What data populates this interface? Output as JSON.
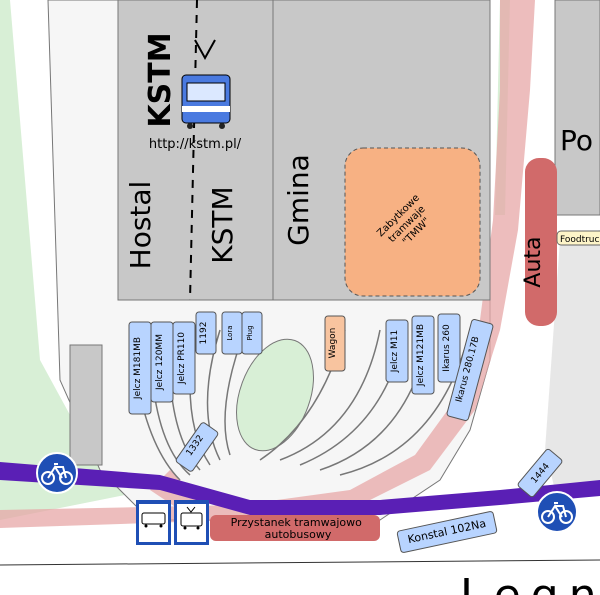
{
  "kstm": {
    "name": "KSTM",
    "url": "http://kstm.pl/"
  },
  "buildings": {
    "hostal": "Hostal",
    "kstm": "KSTM",
    "gmina": "Gmina",
    "museum": "Zabytkowe tramwaje \"TMW\"",
    "po": "Po",
    "auta": "Auta",
    "foodtruck": "Foodtruc"
  },
  "vehicles": [
    "Jelcz M181MB",
    "Jelcz 120MM",
    "Jelcz PR110",
    "1192",
    "Lora",
    "Pług",
    "Wagon",
    "Jelcz M11",
    "Jelcz M121MB",
    "Ikarus 260",
    "Ikarus 280.17B",
    "1332",
    "1444",
    "Konstal 102Na"
  ],
  "stop": {
    "label": "Przystanek tramwajowo autobusowy",
    "line1": "Przystanek tramwajowo",
    "line2": "autobusowy"
  },
  "street": "Legn",
  "colors": {
    "grass": "#d8efd6",
    "building": "#c8c8c8",
    "museum": "#f7b183",
    "bikepath": "#5a1fb5",
    "tramtrack": "#e7a7a7",
    "parking": "#d16a6a",
    "vehicle_blue": "#b8d4ff",
    "vehicle_orange": "#f8c49f",
    "bike_sign": "#1f4fb5"
  },
  "icons": [
    "tram-icon",
    "bicycle-icon",
    "bus-stop-icon",
    "tram-stop-icon"
  ]
}
